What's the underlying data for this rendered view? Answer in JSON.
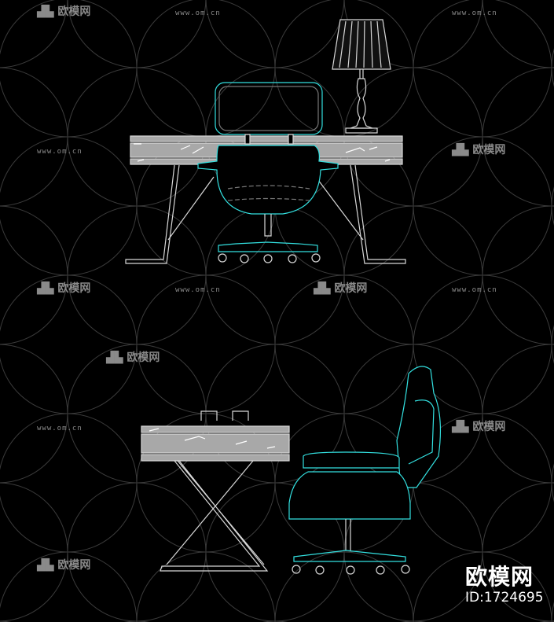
{
  "watermark": {
    "logo_text": "欧模网",
    "url_text": "www.om.cn"
  },
  "brand": {
    "name": "欧模网",
    "id_label": "ID:1724695"
  },
  "colors": {
    "background": "#000000",
    "cad_cyan": "#33e0e0",
    "cad_white": "#d8d8d8",
    "marble": "#a8a8a8",
    "watermark": "#8a8a8a"
  }
}
